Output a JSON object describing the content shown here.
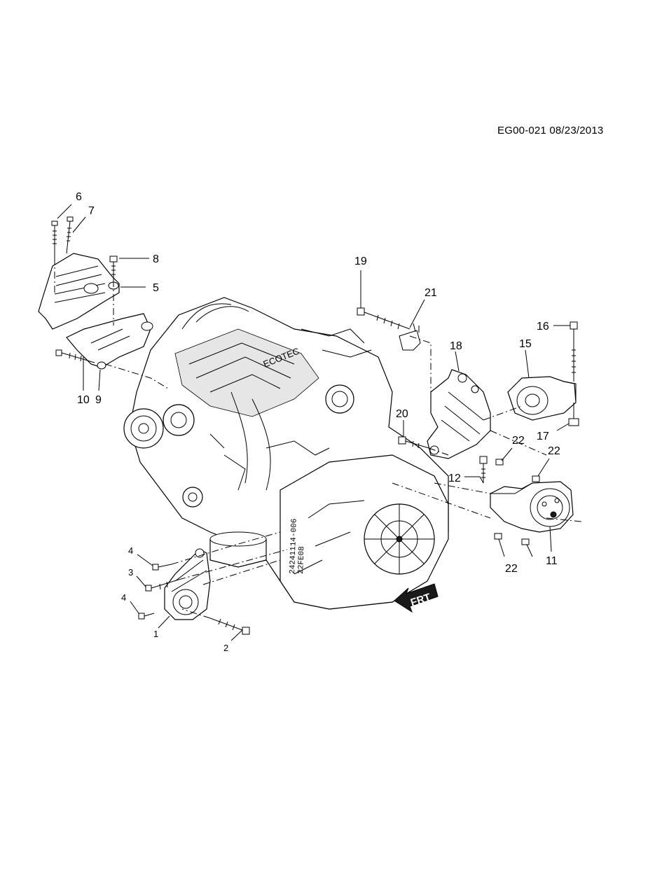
{
  "header": {
    "code": "EG00-021 08/23/2013"
  },
  "engine": {
    "cover_text": "ECOTEC",
    "stamp_line1": "24241114-006",
    "stamp_line2": "22FE08"
  },
  "front_indicator": {
    "label": "FRT"
  },
  "callouts": {
    "c1": "1",
    "c2": "2",
    "c3": "3",
    "c4a": "4",
    "c4b": "4",
    "c5": "5",
    "c6": "6",
    "c7": "7",
    "c8": "8",
    "c9": "9",
    "c10": "10",
    "c11": "11",
    "c12": "12",
    "c15": "15",
    "c16": "16",
    "c17": "17",
    "c18": "18",
    "c19": "19",
    "c20": "20",
    "c21": "21",
    "c22a": "22",
    "c22b": "22",
    "c22c": "22"
  },
  "colors": {
    "ink": "#000000",
    "background": "#ffffff",
    "shade": "#e6e6e6"
  }
}
